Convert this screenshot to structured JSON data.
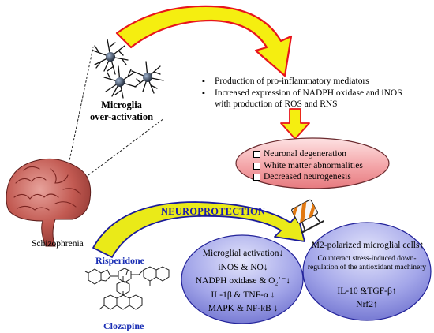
{
  "labels": {
    "microglia_line1": "Microglia",
    "microglia_line2": "over-activation",
    "schizophrenia": "Schizophrenia",
    "neuroprotection": "NEUROPROTECTION",
    "risperidone": "Risperidone",
    "clozapine": "Clozapine"
  },
  "mediators": [
    "Production of pro-inflammatory mediators",
    "Increased expression of NADPH oxidase and iNOS with production of ROS and RNS"
  ],
  "consequences": [
    "Neuronal degeneration",
    "White matter abnormalities",
    "Decreased neurogenesis"
  ],
  "left_effects": [
    "Microglial activation↓",
    "iNOS & NO↓",
    "NADPH oxidase & O₂˙⁻↓",
    "IL-1β & TNF-α ↓",
    "MAPK & NF-kB ↓"
  ],
  "right_effects": {
    "heading": "M2-polarized microglial cells↑",
    "description": "Counteract stress-induced down-regulation of the antioxidant machinery",
    "items": [
      "IL-10 &TGF-β↑",
      "Nrf2↑"
    ]
  },
  "colors": {
    "arrow_yellow": "#f5ee10",
    "arrow_red": "#e8141c",
    "red_ellipse": "#f4a3a6",
    "blue_ellipse": "#8a8dde",
    "title_blue": "#1a1ab0"
  },
  "icons": [
    "neuron-icon",
    "brain-icon",
    "shield-icon",
    "molecule-icon"
  ]
}
